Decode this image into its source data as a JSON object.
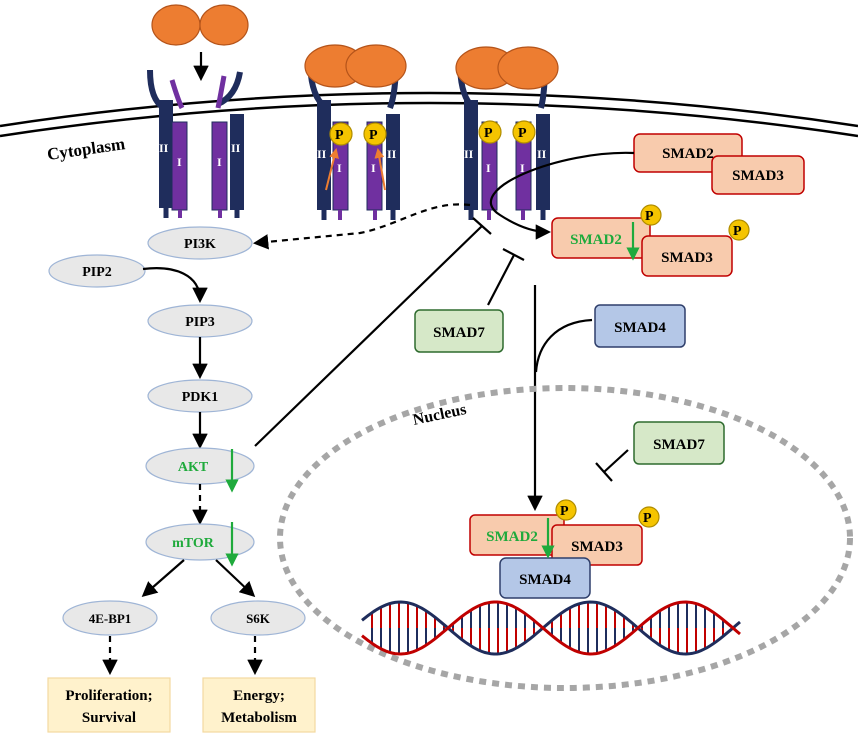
{
  "compartments": {
    "cytoplasm": "Cytoplasm",
    "nucleus": "Nucleus"
  },
  "receptor_labels": {
    "type_two": "II",
    "type_one": "I"
  },
  "phospho_label": "P",
  "pi3k_pathway": {
    "pi3k": "PI3K",
    "pip2": "PIP2",
    "pip3": "PIP3",
    "pdk1": "PDK1",
    "akt": "AKT",
    "mtor": "mTOR",
    "eb1": "4E-BP1",
    "s6k": "S6K"
  },
  "outcomes": {
    "left_line1": "Proliferation;",
    "left_line2": "Survival",
    "right_line1": "Energy;",
    "right_line2": "Metabolism"
  },
  "smads": {
    "smad2_top": "SMAD2",
    "smad3_top": "SMAD3",
    "smad2_phos": "SMAD2",
    "smad3_phos": "SMAD3",
    "smad7_cyto": "SMAD7",
    "smad4_cyto": "SMAD4",
    "smad7_nuc": "SMAD7",
    "smad2_nuc": "SMAD2",
    "smad3_nuc": "SMAD3",
    "smad4_nuc": "SMAD4"
  },
  "colors": {
    "receptor_type_two": "#1f2d5c",
    "receptor_type_one": "#7030a0",
    "ligand": "#ed7d31",
    "downregulated": "#1faa3c",
    "dna_strand_a": "#1f2d5c",
    "dna_strand_b": "#c00000"
  }
}
